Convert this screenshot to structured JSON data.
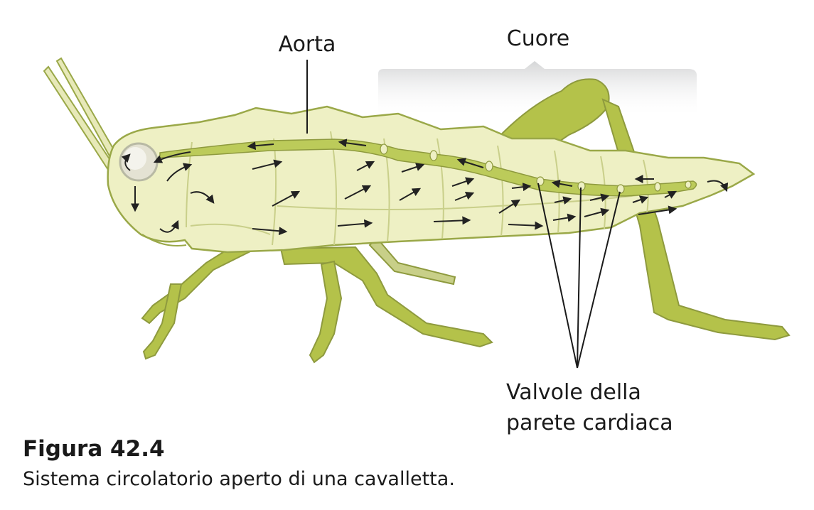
{
  "labels": {
    "aorta": "Aorta",
    "heart": "Cuore",
    "valves_line1": "Valvole della",
    "valves_line2": "parete cardiaca"
  },
  "caption": {
    "title": "Figura 42.4",
    "text": "Sistema circolatorio aperto di una cavalletta."
  },
  "colors": {
    "body_fill": "#eef0c4",
    "body_outline": "#9aa848",
    "leg_fill": "#b4c24a",
    "vessel_fill": "#bccb5a",
    "heart_bracket": "#d9dadb",
    "arrow": "#222222"
  },
  "icons": {
    "flow_arrow": "arrow-icon",
    "eye": "eye-icon"
  }
}
